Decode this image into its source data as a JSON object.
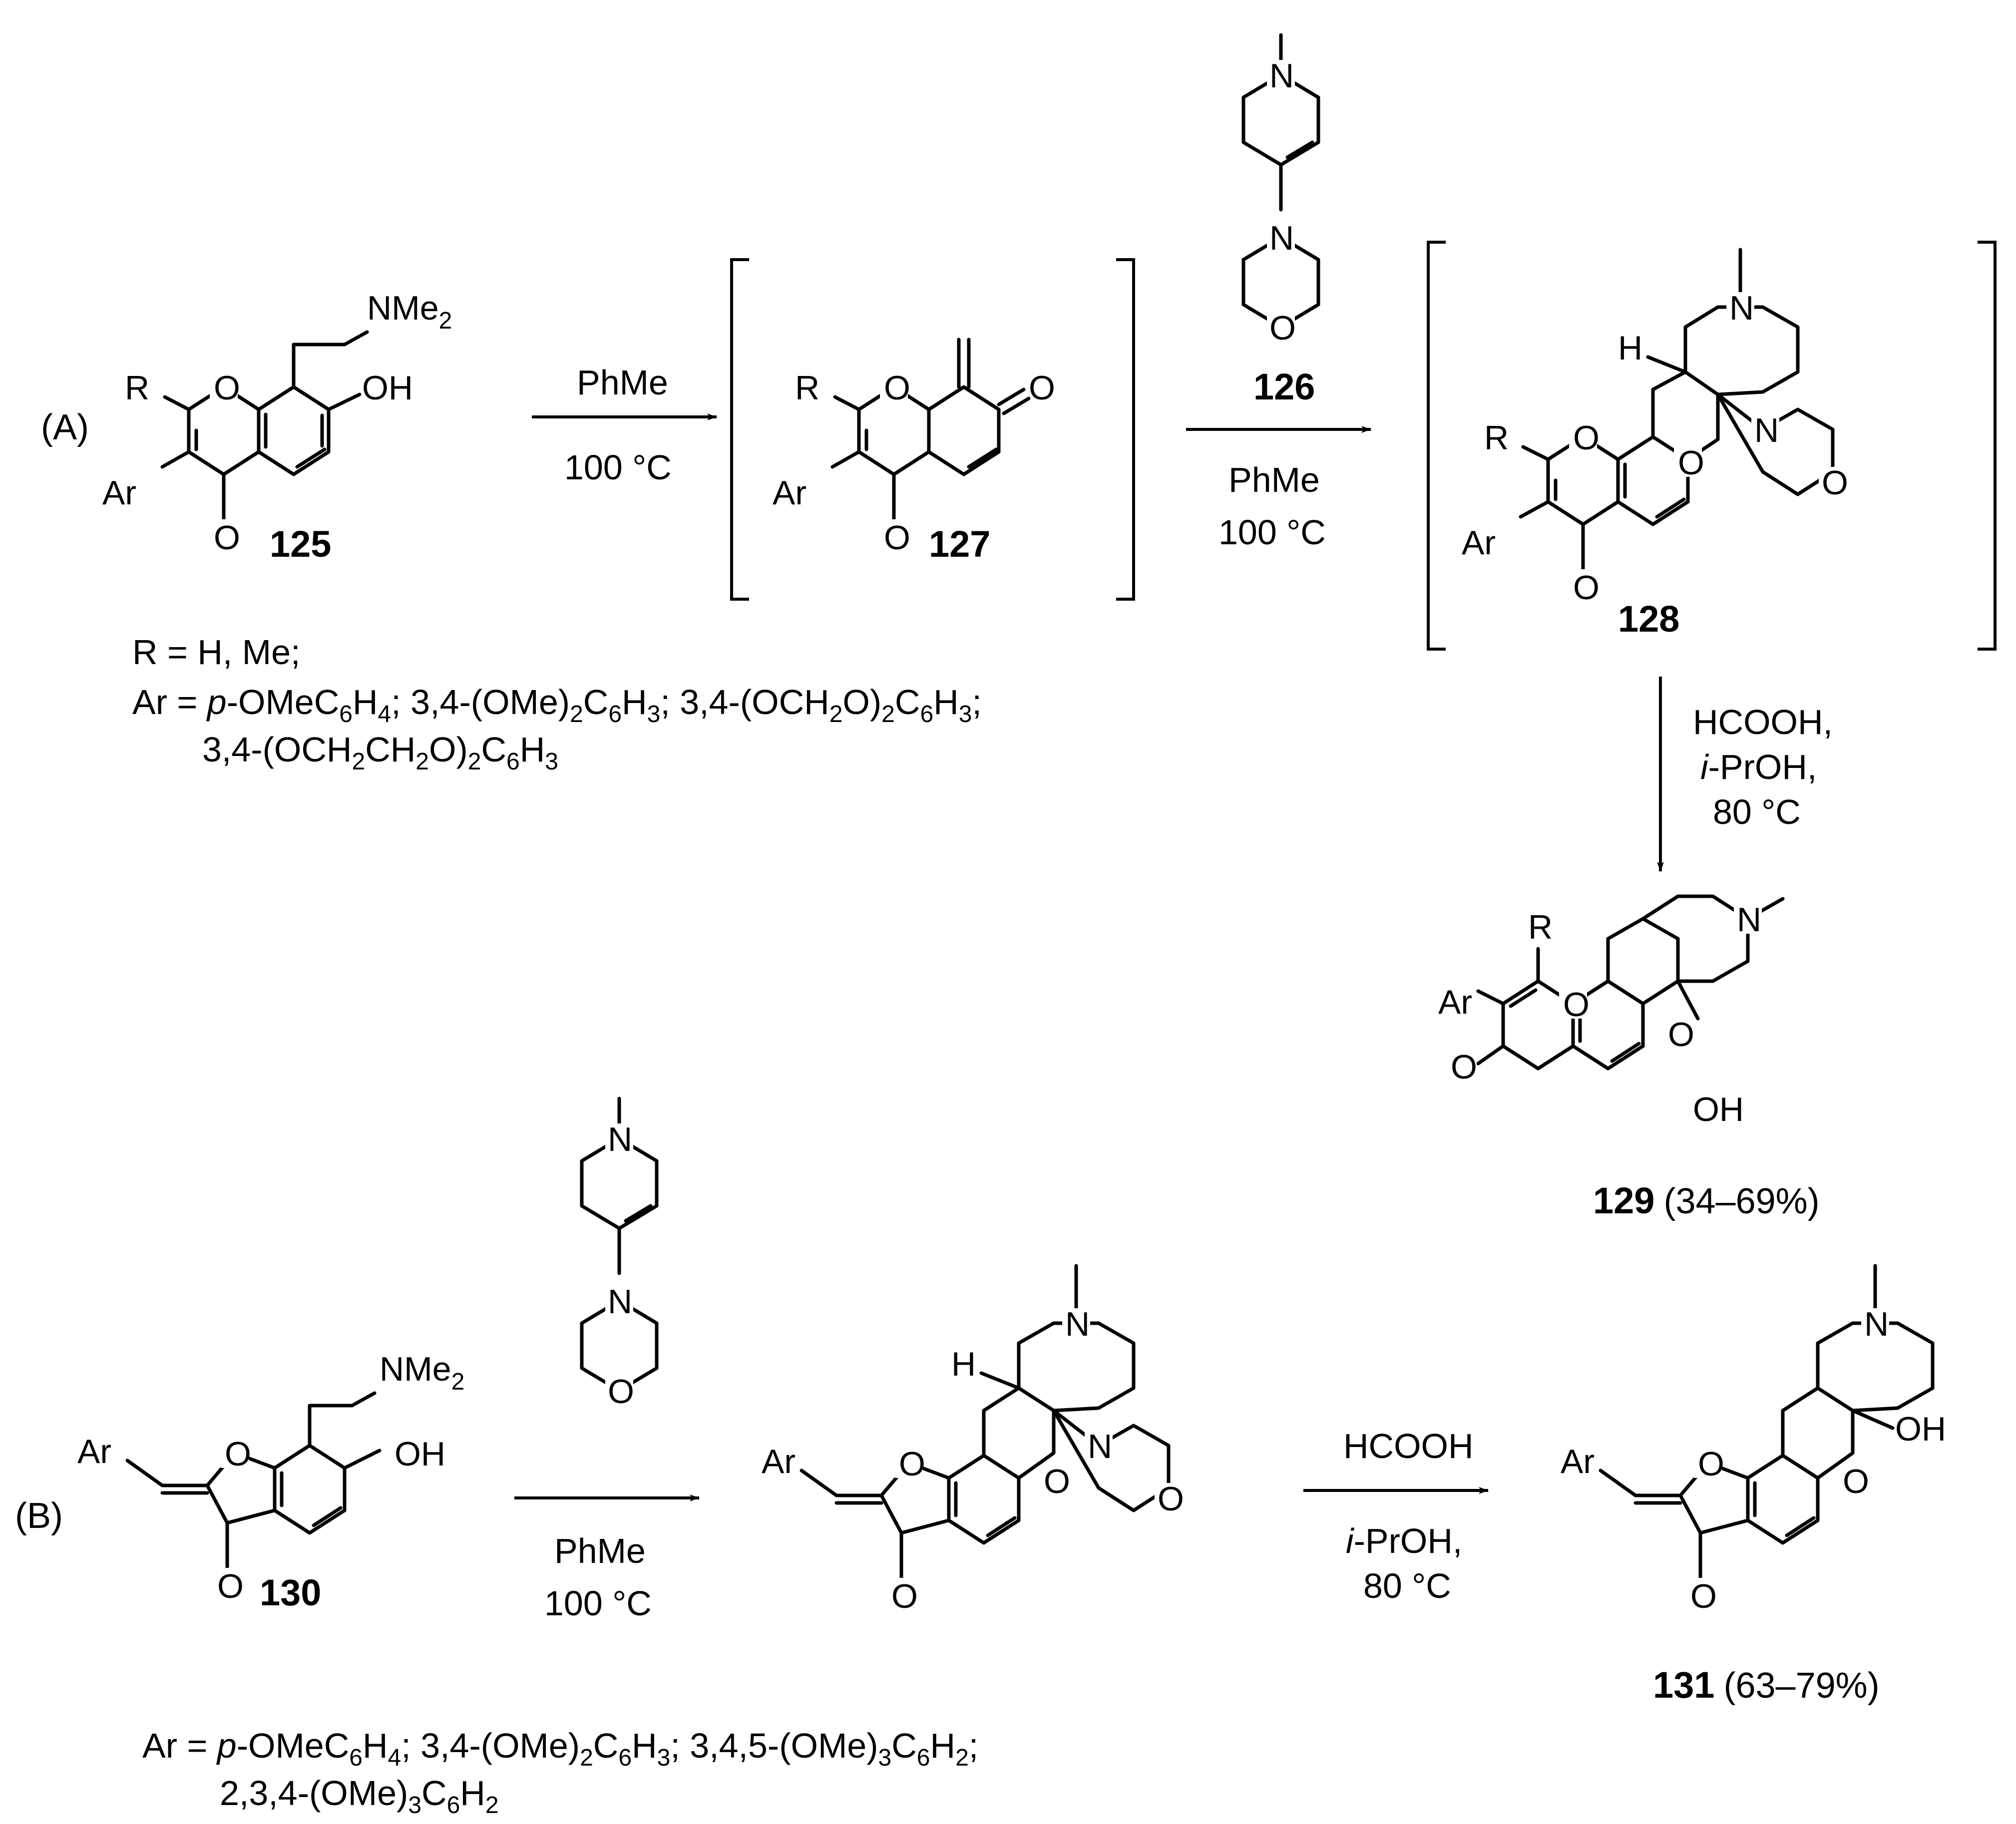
{
  "part_a": {
    "tag": "(A)",
    "start": {
      "number": "125",
      "atoms": {
        "r": "R",
        "ar": "Ar",
        "o_ring": "O",
        "o_keto": "O",
        "amine": "NMe",
        "amine_sub": "2",
        "hydroxyl": "OH"
      }
    },
    "step1": {
      "solvent": "PhMe",
      "temperature": "100 °C"
    },
    "intermediate1": {
      "number": "127",
      "atoms": {
        "r": "R",
        "ar": "Ar",
        "o_ring": "O",
        "o_keto": "O",
        "o_quinone": "O"
      }
    },
    "reagent": {
      "number": "126",
      "atoms": {
        "n_methyl": "N",
        "n_morph": "N",
        "o_morph": "O"
      }
    },
    "step2": {
      "solvent": "PhMe",
      "temperature": "100 °C"
    },
    "intermediate2": {
      "number": "128",
      "atoms": {
        "h": "H",
        "n_methyl": "N",
        "n_morph": "N",
        "o_morph": "O",
        "o_ring": "O",
        "o_ring2": "O",
        "o_keto": "O",
        "r": "R",
        "ar": "Ar"
      }
    },
    "step3": {
      "acid": "HCOOH,",
      "solvent_i": "i",
      "solvent_rest": "-PrOH,",
      "temperature": "80 °C"
    },
    "product": {
      "number": "129",
      "yield": "(34–69%)",
      "atoms": {
        "r": "R",
        "ar": "Ar",
        "o_ring": "O",
        "o_ring2": "O",
        "o_keto": "O",
        "n_methyl": "N",
        "hydroxyl": "OH"
      }
    },
    "substituents": {
      "r_line": "R = H, Me;",
      "ar_line1": [
        {
          "t": "Ar = ",
          "s": "n"
        },
        {
          "t": "p",
          "s": "i"
        },
        {
          "t": "-OMeC",
          "s": "n"
        },
        {
          "t": "6",
          "s": "sub"
        },
        {
          "t": "H",
          "s": "n"
        },
        {
          "t": "4",
          "s": "sub"
        },
        {
          "t": "; 3,4-(OMe)",
          "s": "n"
        },
        {
          "t": "2",
          "s": "sub"
        },
        {
          "t": "C",
          "s": "n"
        },
        {
          "t": "6",
          "s": "sub"
        },
        {
          "t": "H",
          "s": "n"
        },
        {
          "t": "3",
          "s": "sub"
        },
        {
          "t": "; 3,4-(OCH",
          "s": "n"
        },
        {
          "t": "2",
          "s": "sub"
        },
        {
          "t": "O)",
          "s": "n"
        },
        {
          "t": "2",
          "s": "sub"
        },
        {
          "t": "C",
          "s": "n"
        },
        {
          "t": "6",
          "s": "sub"
        },
        {
          "t": "H",
          "s": "n"
        },
        {
          "t": "3",
          "s": "sub"
        },
        {
          "t": ";",
          "s": "n"
        }
      ],
      "ar_line2": [
        {
          "t": "3,4-(OCH",
          "s": "n"
        },
        {
          "t": "2",
          "s": "sub"
        },
        {
          "t": "CH",
          "s": "n"
        },
        {
          "t": "2",
          "s": "sub"
        },
        {
          "t": "O)",
          "s": "n"
        },
        {
          "t": "2",
          "s": "sub"
        },
        {
          "t": "C",
          "s": "n"
        },
        {
          "t": "6",
          "s": "sub"
        },
        {
          "t": "H",
          "s": "n"
        },
        {
          "t": "3",
          "s": "sub"
        }
      ]
    }
  },
  "part_b": {
    "tag": "(B)",
    "start": {
      "number": "130",
      "atoms": {
        "ar": "Ar",
        "o_ring": "O",
        "o_keto": "O",
        "amine": "NMe",
        "amine_sub": "2",
        "hydroxyl": "OH"
      }
    },
    "reagent": {
      "atoms": {
        "n_methyl": "N",
        "n_morph": "N",
        "o_morph": "O"
      }
    },
    "step1": {
      "solvent": "PhMe",
      "temperature": "100 °C"
    },
    "intermediate": {
      "atoms": {
        "h": "H",
        "n_methyl": "N",
        "n_morph": "N",
        "o_morph": "O",
        "o_ring": "O",
        "o_ring2": "O",
        "o_keto": "O",
        "ar": "Ar"
      }
    },
    "step2": {
      "acid": "HCOOH",
      "solvent_i": "i",
      "solvent_rest": "-PrOH,",
      "temperature": "80 °C"
    },
    "product": {
      "number": "131",
      "yield": "(63–79%)",
      "atoms": {
        "ar": "Ar",
        "o_ring": "O",
        "o_ring2": "O",
        "o_keto": "O",
        "n_methyl": "N",
        "hydroxyl": "OH"
      }
    },
    "substituents": {
      "ar_line1": [
        {
          "t": "Ar = ",
          "s": "n"
        },
        {
          "t": "p",
          "s": "i"
        },
        {
          "t": "-OMeC",
          "s": "n"
        },
        {
          "t": "6",
          "s": "sub"
        },
        {
          "t": "H",
          "s": "n"
        },
        {
          "t": "4",
          "s": "sub"
        },
        {
          "t": "; 3,4-(OMe)",
          "s": "n"
        },
        {
          "t": "2",
          "s": "sub"
        },
        {
          "t": "C",
          "s": "n"
        },
        {
          "t": "6",
          "s": "sub"
        },
        {
          "t": "H",
          "s": "n"
        },
        {
          "t": "3",
          "s": "sub"
        },
        {
          "t": "; 3,4,5-(OMe)",
          "s": "n"
        },
        {
          "t": "3",
          "s": "sub"
        },
        {
          "t": "C",
          "s": "n"
        },
        {
          "t": "6",
          "s": "sub"
        },
        {
          "t": "H",
          "s": "n"
        },
        {
          "t": "2",
          "s": "sub"
        },
        {
          "t": ";",
          "s": "n"
        }
      ],
      "ar_line2": [
        {
          "t": "2,3,4-(OMe)",
          "s": "n"
        },
        {
          "t": "3",
          "s": "sub"
        },
        {
          "t": "C",
          "s": "n"
        },
        {
          "t": "6",
          "s": "sub"
        },
        {
          "t": "H",
          "s": "n"
        },
        {
          "t": "2",
          "s": "sub"
        }
      ]
    }
  }
}
